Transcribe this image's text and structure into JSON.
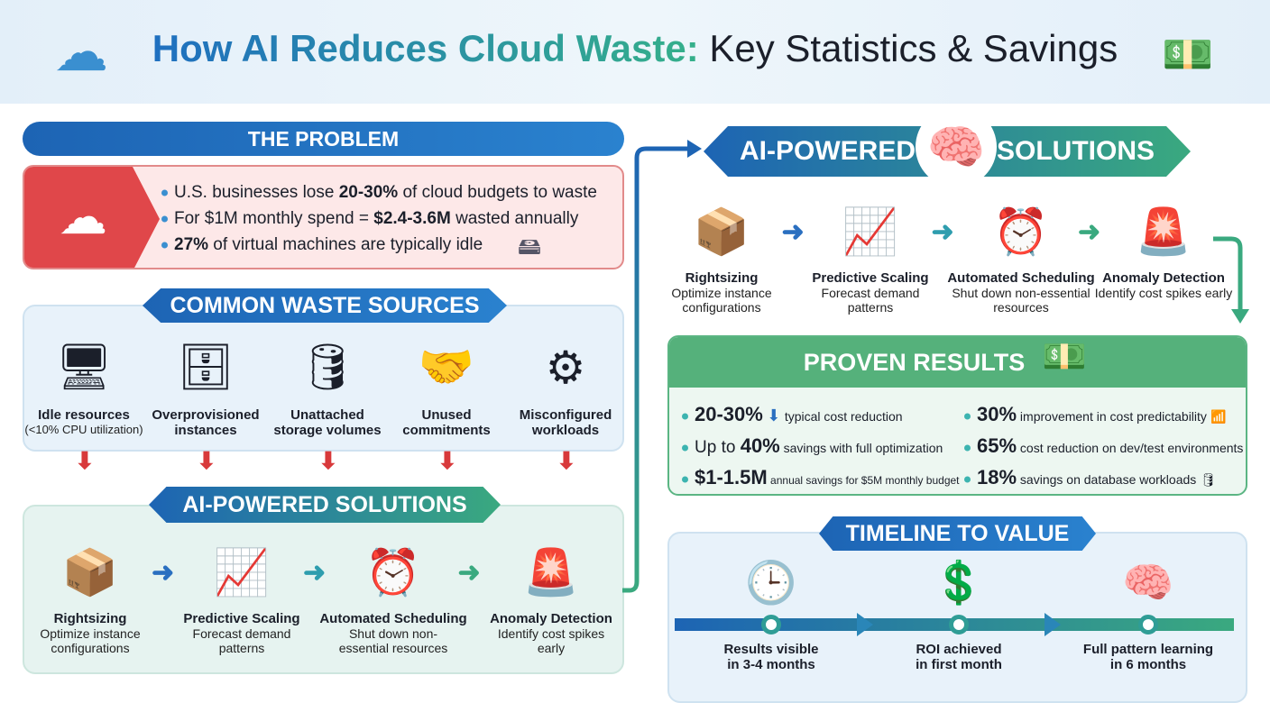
{
  "header": {
    "title_highlight": "How AI Reduces Cloud Waste:",
    "title_rest": " Key Statistics & Savings"
  },
  "problem": {
    "title": "THE PROBLEM",
    "bullets": [
      {
        "pre": "U.S. businesses lose ",
        "bold": "20-30%",
        "post": " of cloud budgets to waste"
      },
      {
        "pre": "For $1M monthly spend = ",
        "bold": "$2.4-3.6M",
        "post": " wasted annually"
      },
      {
        "pre": "",
        "bold": "27%",
        "post": " of virtual machines are typically idle"
      }
    ]
  },
  "waste": {
    "title": "COMMON WASTE SOURCES",
    "items": [
      {
        "label": "Idle resources",
        "sub": "(<10% CPU utilization)",
        "icon": "sleeping-monitor-icon"
      },
      {
        "label": "Overprovisioned",
        "sub": "instances",
        "icon": "server-rack-icon"
      },
      {
        "label": "Unattached",
        "sub": "storage volumes",
        "icon": "database-icon"
      },
      {
        "label": "Unused",
        "sub": "commitments",
        "icon": "handshake-calendar-icon"
      },
      {
        "label": "Misconfigured",
        "sub": "workloads",
        "icon": "gear-wrench-icon"
      }
    ]
  },
  "solutions": {
    "title": "AI-POWERED SOLUTIONS",
    "items": [
      {
        "label": "Rightsizing",
        "sub": "Optimize instance configurations",
        "icon": "server-box-icon"
      },
      {
        "label": "Predictive Scaling",
        "sub": "Forecast demand patterns",
        "icon": "chart-magnifier-icon"
      },
      {
        "label": "Automated Scheduling",
        "sub": "Shut down non-essential resources",
        "icon": "clock-power-icon"
      },
      {
        "label": "Anomaly Detection",
        "sub": "Identify cost spikes early",
        "icon": "alarm-graph-icon"
      }
    ]
  },
  "right_solutions": {
    "title_left": "AI-POWERED",
    "title_right": "SOLUTIONS"
  },
  "results": {
    "title": "PROVEN RESULTS",
    "left": [
      {
        "pre": "",
        "bold": "20-30%",
        "post": "typical cost reduction"
      },
      {
        "pre": "Up to ",
        "bold": "40%",
        "post": " savings with full optimization"
      },
      {
        "pre": "",
        "bold": "$1-1.5M",
        "post": " annual savings for $5M monthly budget"
      }
    ],
    "right": [
      {
        "bold": "30%",
        "post": " improvement in cost predictability"
      },
      {
        "bold": "65%",
        "post": " cost reduction on dev/test environments"
      },
      {
        "bold": "18%",
        "post": " savings on database workloads"
      }
    ]
  },
  "timeline": {
    "title": "TIMELINE TO VALUE",
    "steps": [
      {
        "l1": "Results visible",
        "l2": "in 3-4 months",
        "icon": "clock-magnifier-icon"
      },
      {
        "l1": "ROI achieved",
        "l2": "in first month",
        "icon": "dollar-check-icon"
      },
      {
        "l1": "Full pattern learning",
        "l2": "in 6 months",
        "icon": "brain-chart-icon"
      }
    ]
  },
  "colors": {
    "blue": "#1d64b4",
    "green": "#3aa97f",
    "red": "#d8393b",
    "pink": "#fde8e8"
  }
}
